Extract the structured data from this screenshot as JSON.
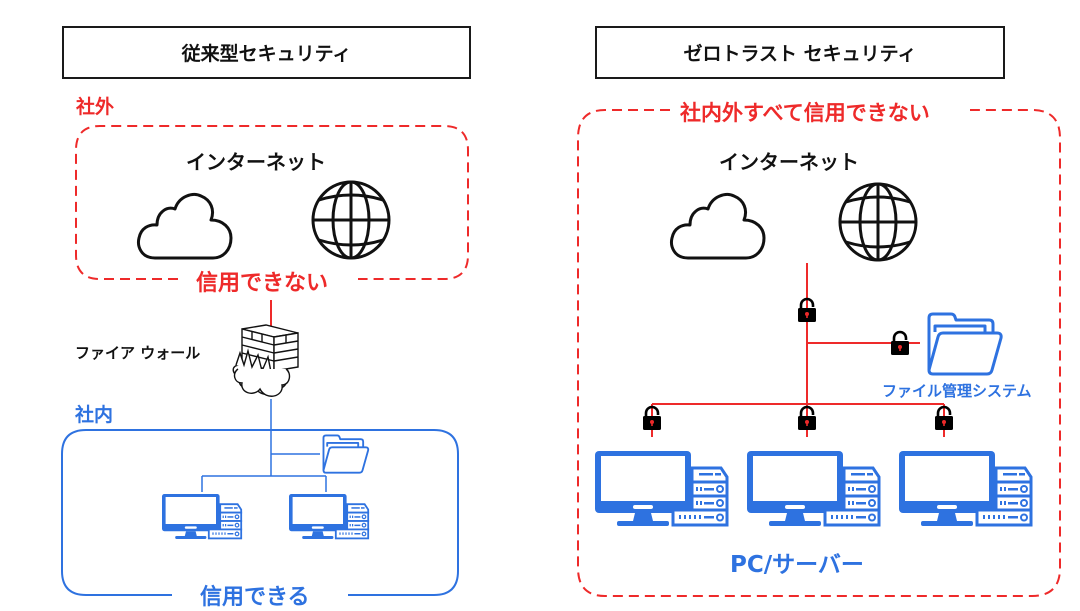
{
  "colors": {
    "untrusted": "#ee2a2a",
    "trusted": "#2e72e0",
    "ink": "#111111"
  },
  "left": {
    "title": "従来型セキュリティ",
    "outside_label": "社外",
    "internet_label": "インターネット",
    "untrusted_label": "信用できない",
    "firewall_label": "ファイア ウォール",
    "inside_label": "社内",
    "trusted_label": "信用できる",
    "icons": [
      "cloud-icon",
      "globe-icon",
      "firewall-icon",
      "folder-icon",
      "pc-server-icon",
      "pc-server-icon"
    ]
  },
  "right": {
    "title": "ゼロトラスト セキュリティ",
    "zone_label": "社内外すべて信用できない",
    "internet_label": "インターネット",
    "file_system_label": "ファイル管理システム",
    "pc_label": "PC/サーバー",
    "icons": [
      "cloud-icon",
      "globe-icon",
      "lock-icon",
      "lock-icon",
      "lock-icon",
      "lock-icon",
      "lock-icon",
      "folder-icon",
      "pc-server-icon",
      "pc-server-icon",
      "pc-server-icon"
    ]
  }
}
